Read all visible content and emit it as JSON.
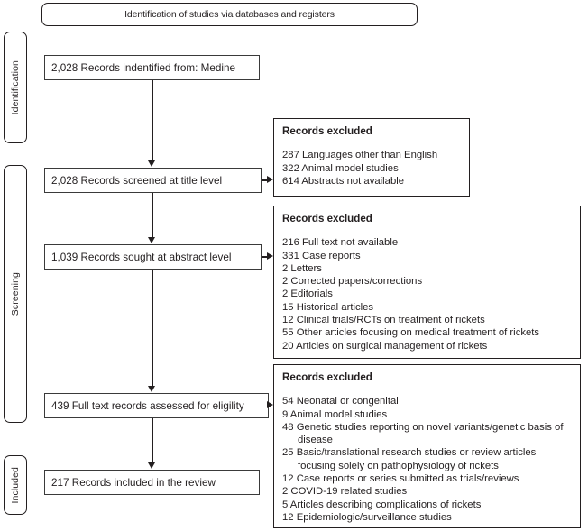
{
  "header": {
    "title": "Identification of studies via databases and registers"
  },
  "stages": [
    {
      "id": "identification",
      "label": "Identification"
    },
    {
      "id": "screening",
      "label": "Screening"
    },
    {
      "id": "included",
      "label": "Included"
    }
  ],
  "flow_boxes": [
    {
      "id": "identified",
      "text": "2,028 Records indentified from: Medine"
    },
    {
      "id": "screened",
      "text": "2,028 Records screened at title level"
    },
    {
      "id": "sought",
      "text": "1,039 Records sought at abstract level"
    },
    {
      "id": "assessed",
      "text": "439 Full text records assessed for eligility"
    },
    {
      "id": "included",
      "text": "217 Records included in the review"
    }
  ],
  "excluded_boxes": [
    {
      "id": "excluded-1",
      "title": "Records excluded",
      "items": [
        "287 Languages other than English",
        "322 Animal model studies",
        "614 Abstracts not available"
      ]
    },
    {
      "id": "excluded-2",
      "title": "Records excluded",
      "items": [
        "216 Full text not available",
        "331 Case reports",
        "2 Letters",
        "2 Corrected papers/corrections",
        "2 Editorials",
        "15 Historical articles",
        "12 Clinical trials/RCTs on treatment of rickets",
        "55 Other articles focusing on medical treatment of rickets",
        "20 Articles on surgical management of rickets"
      ]
    },
    {
      "id": "excluded-3",
      "title": "Records excluded",
      "items": [
        "54 Neonatal or congenital",
        "9 Animal model studies",
        "48 Genetic studies reporting on novel variants/genetic basis of disease",
        "25 Basic/translational research studies or review articles focusing solely on pathophysiology of rickets",
        "12 Case reports or series submitted as trials/reviews",
        "2 COVID-19 related studies",
        "5 Articles describing complications of rickets",
        "12 Epidemiologic/surveillance studies"
      ]
    }
  ],
  "colors": {
    "ink": "#231f20",
    "box_border": "#3a3a3a",
    "background": "#ffffff"
  }
}
